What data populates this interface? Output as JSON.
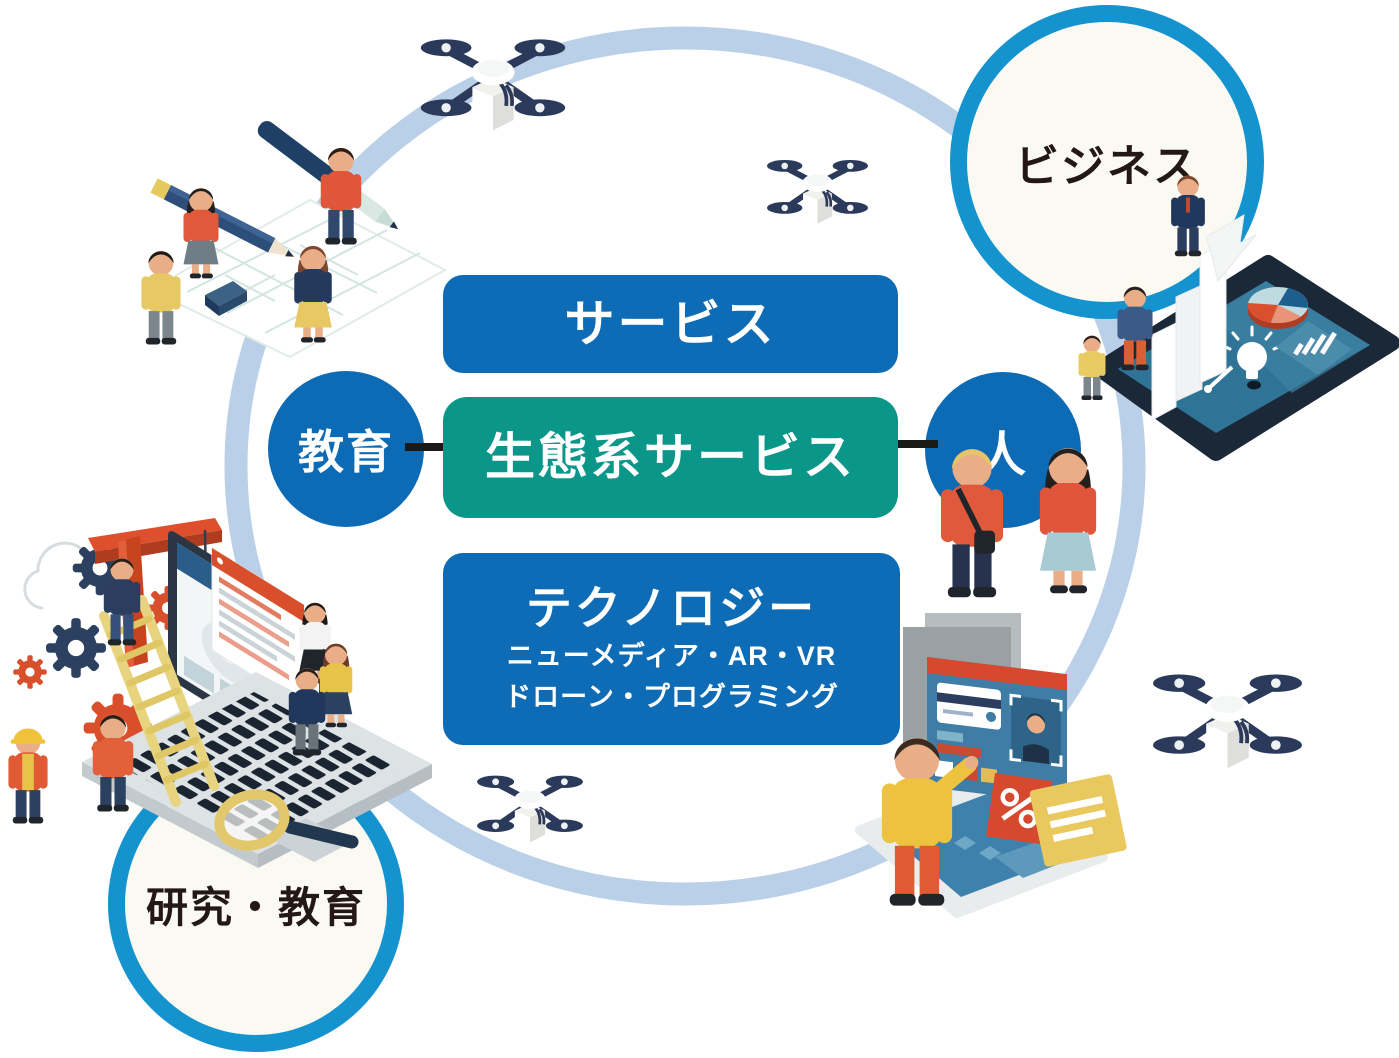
{
  "diagram": {
    "boxes": {
      "service": {
        "label": "サービス"
      },
      "ecosystem": {
        "label": "生態系サービス"
      },
      "technology": {
        "label": "テクノロジー",
        "sub1": "ニューメディア・AR・VR",
        "sub2": "ドローン・プログラミング"
      }
    },
    "nodes": {
      "education": {
        "label": "教育"
      },
      "people": {
        "label": "人"
      },
      "business": {
        "label": "ビジネス"
      },
      "research": {
        "label": "研究・教育"
      }
    },
    "colors": {
      "primary_blue": "#0d6cb5",
      "teal": "#0a9689",
      "node_blue": "#0d6ab4",
      "ring_light_blue": "#bad0e8",
      "outline_circle_border": "#1493cf",
      "outline_circle_fill": "#fbfaf2",
      "connector": "#1a1a18",
      "dark_text": "#231815",
      "accent_red": "#d94f2b",
      "accent_yellow": "#e8c863",
      "drone_navy": "#2b3a5a"
    },
    "illustrations": [
      "planning-team",
      "web-development-laptop",
      "business-analytics-tablet",
      "shoppers",
      "ecommerce-smartphone",
      "delivery-drones"
    ]
  }
}
